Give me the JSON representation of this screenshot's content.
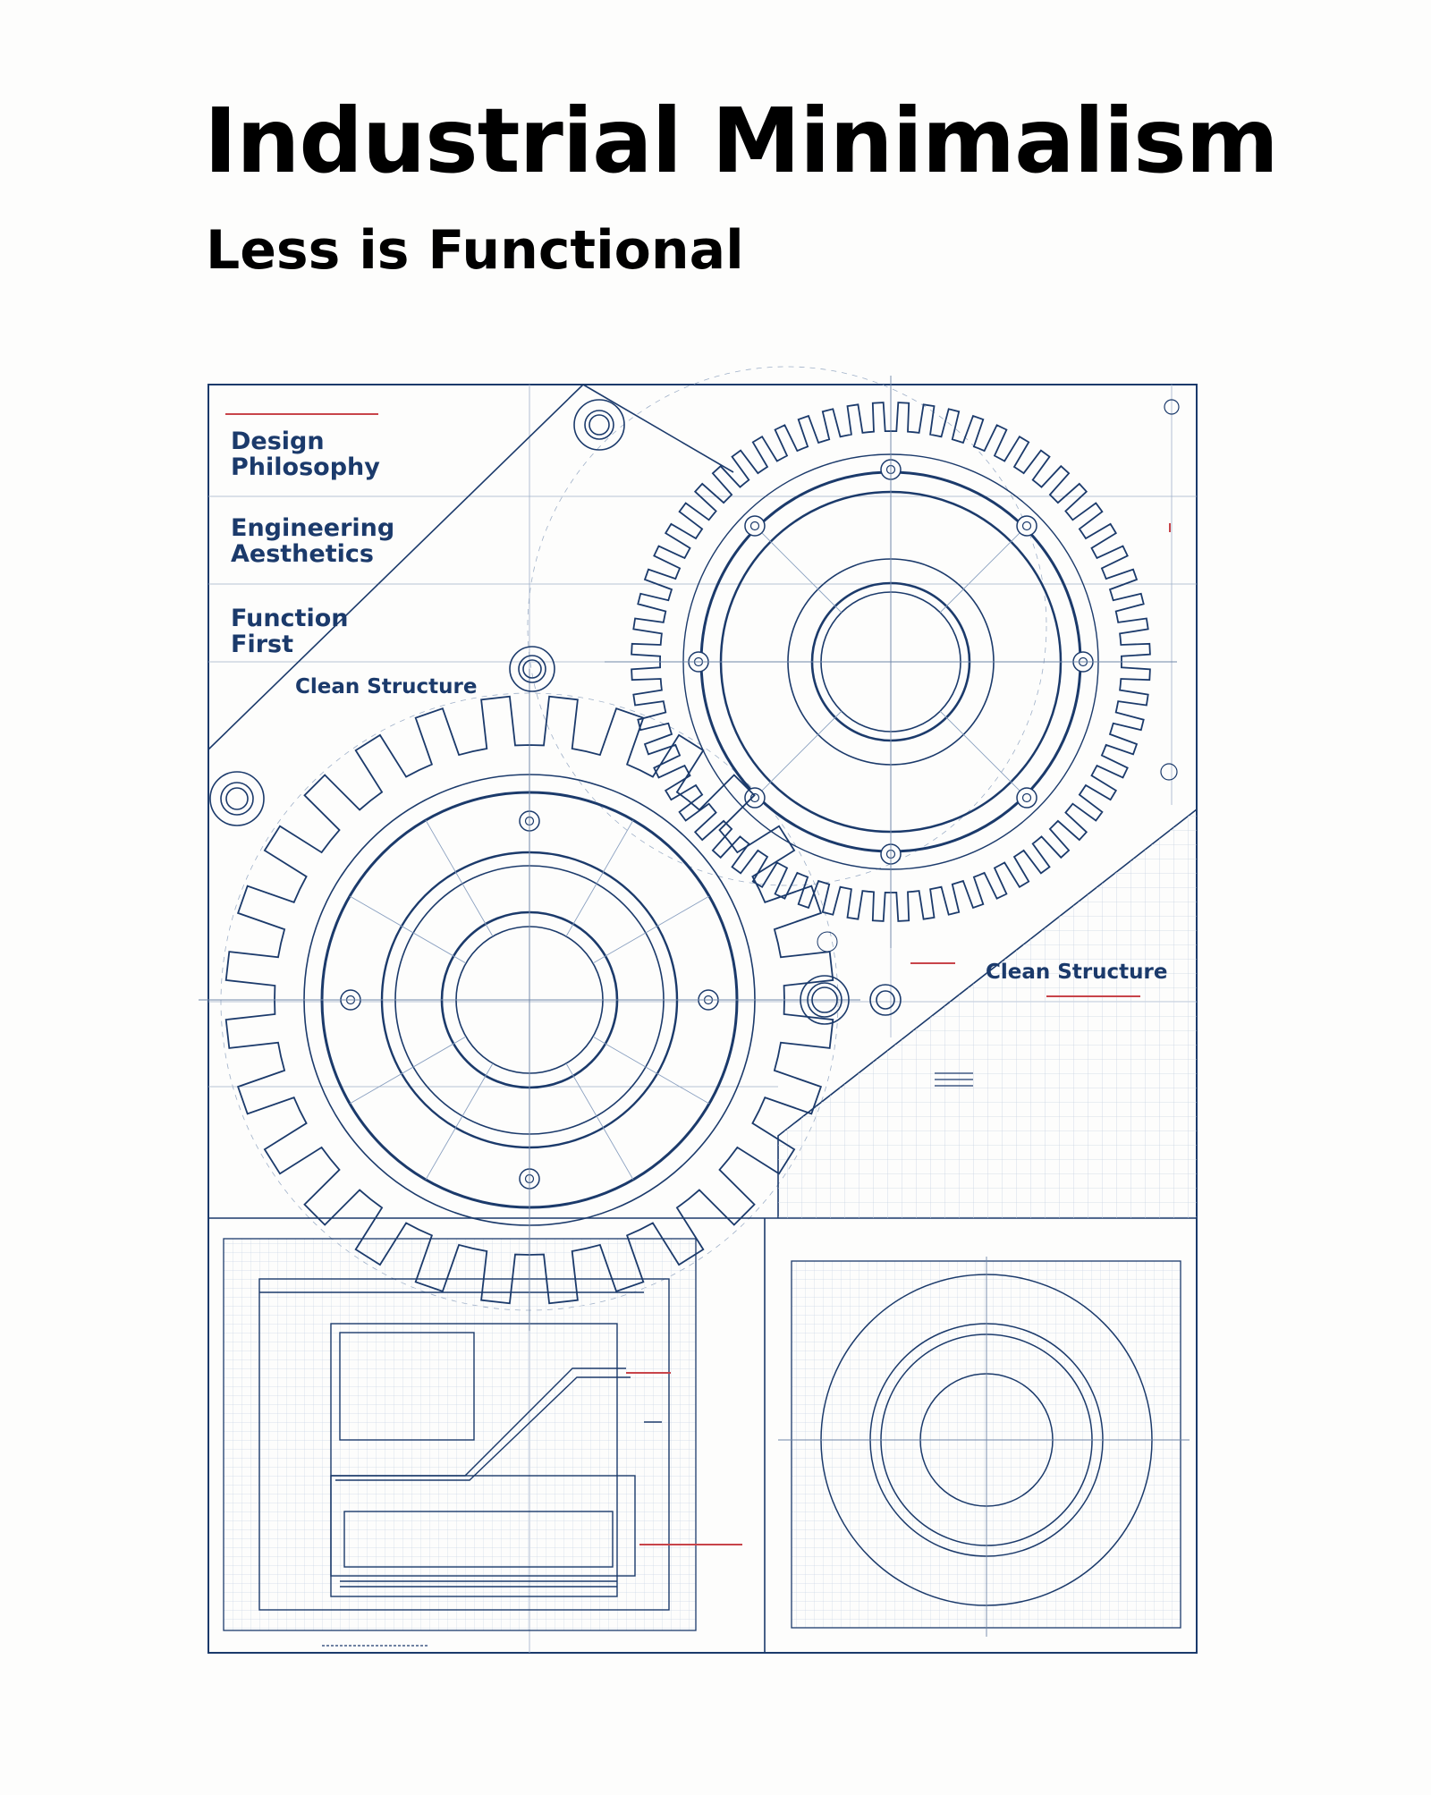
{
  "header": {
    "title": "Industrial Minimalism",
    "subtitle": "Less is Functional"
  },
  "labels": {
    "design": [
      "Design",
      "Philosophy"
    ],
    "engineering": [
      "Engineering",
      "Aesthetics"
    ],
    "function": [
      "Function",
      "First"
    ],
    "clean_structure_left": "Clean Structure",
    "clean_structure_right": "Clean Structure"
  },
  "colors": {
    "ink": "#1b3a6b",
    "title": "#143a78",
    "accent_red": "#c8444a",
    "grid": "#b9c6da"
  }
}
